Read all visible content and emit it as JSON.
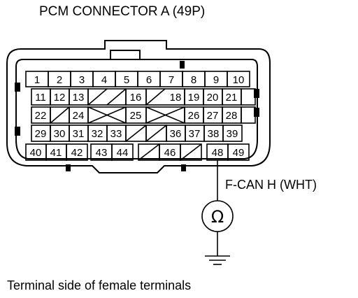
{
  "title": "PCM CONNECTOR A (49P)",
  "caption": "Terminal side of female terminals",
  "wire_label": "F-CAN H (WHT)",
  "meter_symbol": "Ω",
  "ground_icon": "ground-symbol",
  "rows": [
    [
      "1",
      "2",
      "3",
      "4",
      "5",
      "6",
      "7",
      "8",
      "9",
      "10"
    ],
    [
      "11",
      "12",
      "13",
      "",
      "",
      "16",
      "",
      "18",
      "19",
      "20",
      "21"
    ],
    [
      "22",
      "",
      "24",
      "",
      "",
      "25",
      "",
      "",
      "26",
      "27",
      "28"
    ],
    [
      "29",
      "30",
      "31",
      "32",
      "33",
      "",
      "",
      "36",
      "37",
      "38",
      "39"
    ],
    [
      "40",
      "41",
      "42",
      "43",
      "44",
      "",
      "46",
      "",
      "48",
      "49"
    ]
  ]
}
